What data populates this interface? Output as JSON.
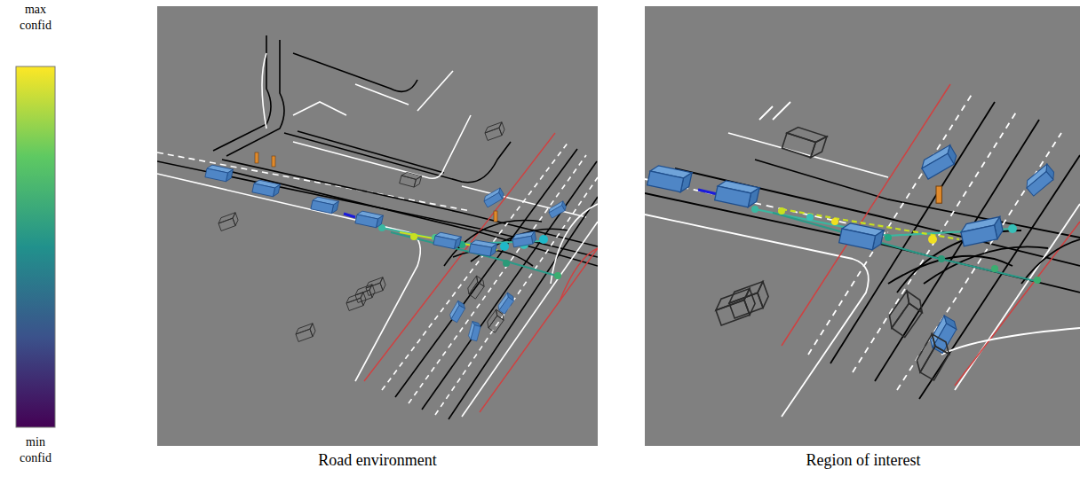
{
  "diagram": {
    "labels": [
      "max confid",
      "min confid",
      "Road environment",
      "Region of interest"
    ]
  }
}
